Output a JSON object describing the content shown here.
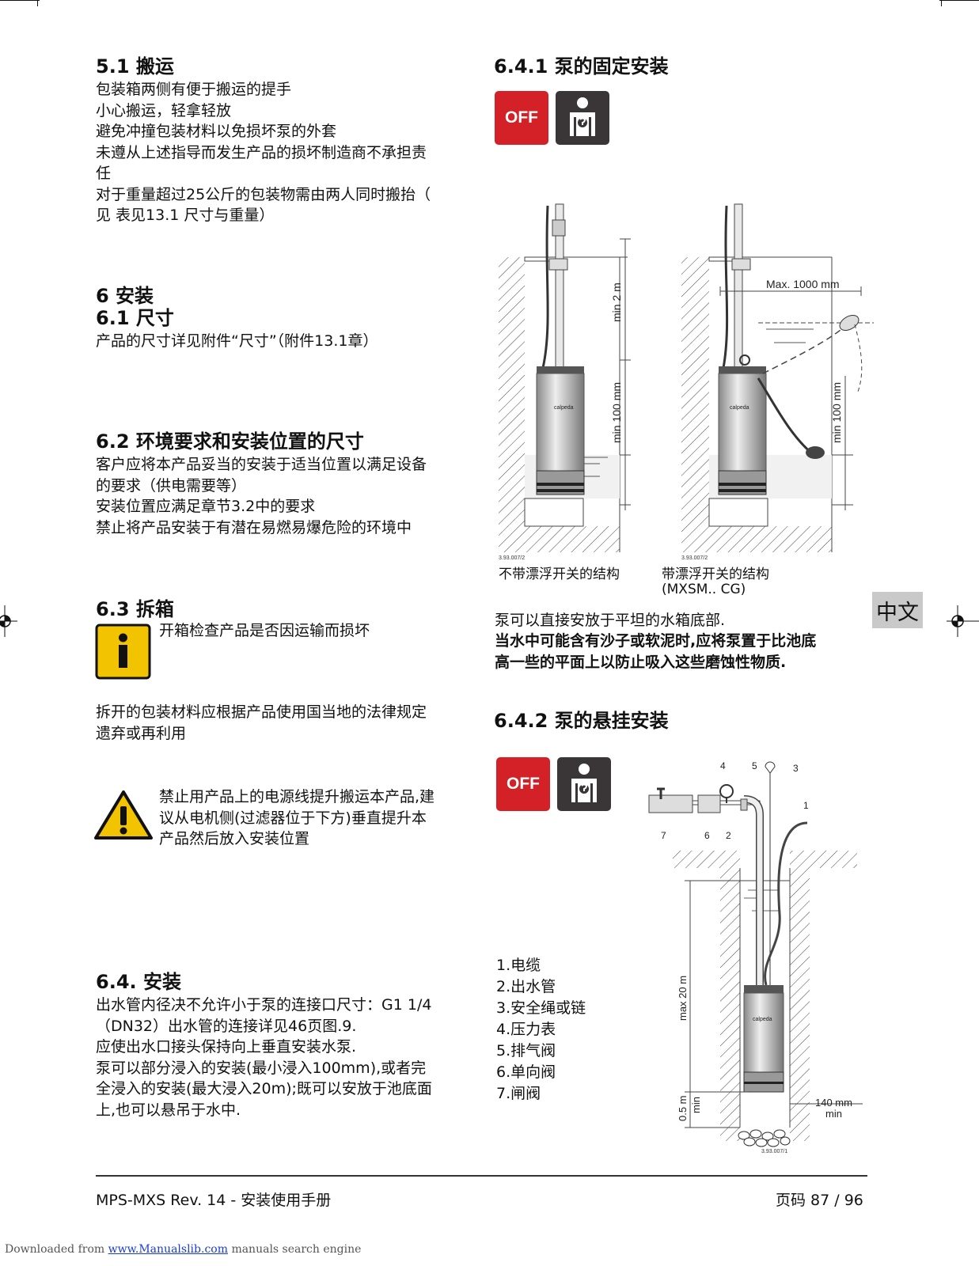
{
  "left": {
    "s51": {
      "title": "5.1 搬运",
      "lines": [
        "包装箱两侧有便于搬运的提手",
        "小心搬运，轻拿轻放",
        "避免冲撞包装材料以免损坏泵的外套",
        "未遵从上述指导而发生产品的损坏制造商不承担责",
        "任",
        "对于重量超过25公斤的包装物需由两人同时搬抬（",
        "见 表见13.1 尺寸与重量）"
      ]
    },
    "s6": {
      "title": "6  安装",
      "subtitle": "6.1  尺寸",
      "lines": [
        "产品的尺寸详见附件“尺寸”（附件13.1章）"
      ]
    },
    "s62": {
      "title": "6.2 环境要求和安装位置的尺寸",
      "lines": [
        "客户应将本产品妥当的安装于适当位置以满足设备",
        "的要求（供电需要等）",
        "安装位置应满足章节3.2中的要求",
        "禁止将产品安装于有潜在易燃易爆危险的环境中"
      ]
    },
    "s63": {
      "title": "6.3 拆箱",
      "info_text": "开箱检查产品是否因运输而损坏",
      "lines": [
        "拆开的包装材料应根据产品使用国当地的法律规定",
        "遗弃或再利用"
      ],
      "warning_lines": [
        "禁止用产品上的电源线提升搬运本产品,建",
        "议从电机侧(过滤器位于下方)垂直提升本",
        "产品然后放入安装位置"
      ]
    },
    "s64": {
      "title": "6.4. 安装",
      "lines": [
        "出水管内径决不允许小于泵的连接口尺寸：G1 1/4",
        "（DN32）出水管的连接详见46页图.9.",
        "应使出水口接头保持向上垂直安装水泵.",
        "泵可以部分浸入的安装(最小浸入100mm),或者完",
        "全浸入的安装(最大浸入20m);既可以安放于池底面",
        "上,也可以悬吊于水中."
      ]
    }
  },
  "right": {
    "s641": {
      "title": "6.4.1 泵的固定安装",
      "off_label": "OFF",
      "operator_icon": "operator-icon",
      "fig": {
        "ref_left": "3.93.007/2",
        "ref_right": "3.93.007/2",
        "dim_min2m": "min 2 m",
        "dim_min100_a": "min 100 mm",
        "dim_min100_b": "min 100 mm",
        "dim_max1000": "Max. 1000 mm",
        "brand": "calpeda",
        "cap_left": "不带漂浮开关的结构",
        "cap_right_1": "带漂浮开关的结构",
        "cap_right_2": "(MXSM.. CG)"
      },
      "text": "泵可以直接安放于平坦的水箱底部.",
      "bold_lines": [
        "当水中可能含有沙子或软泥时,应将泵置于比池底",
        "高一些的平面上以防止吸入这些磨蚀性物质."
      ]
    },
    "s642": {
      "title": "6.4.2 泵的悬挂安装",
      "off_label": "OFF",
      "legend": [
        "1.电缆",
        "2.出水管",
        "3.安全绳或链",
        "4.压力表",
        "5.排气阀",
        "6.单向阀",
        "7.闸阀"
      ],
      "fig": {
        "n1": "1",
        "n2": "2",
        "n3": "3",
        "n4": "4",
        "n5": "5",
        "n6": "6",
        "n7": "7",
        "dim_max20": "max 20 m",
        "dim_05": "0.5 m",
        "dim_05min": "min",
        "dim_140": "140 mm",
        "dim_140min": "min",
        "brand": "calpeda",
        "ref": "3.93.007/1"
      }
    }
  },
  "lang_tab": "中文",
  "footer": {
    "left": "MPS-MXS Rev. 14 - 安装使用手册",
    "right": "页码 87 / 96"
  },
  "download": {
    "prefix": "Downloaded from",
    "link": "www.Manualslib.com",
    "suffix": "manuals search engine"
  }
}
